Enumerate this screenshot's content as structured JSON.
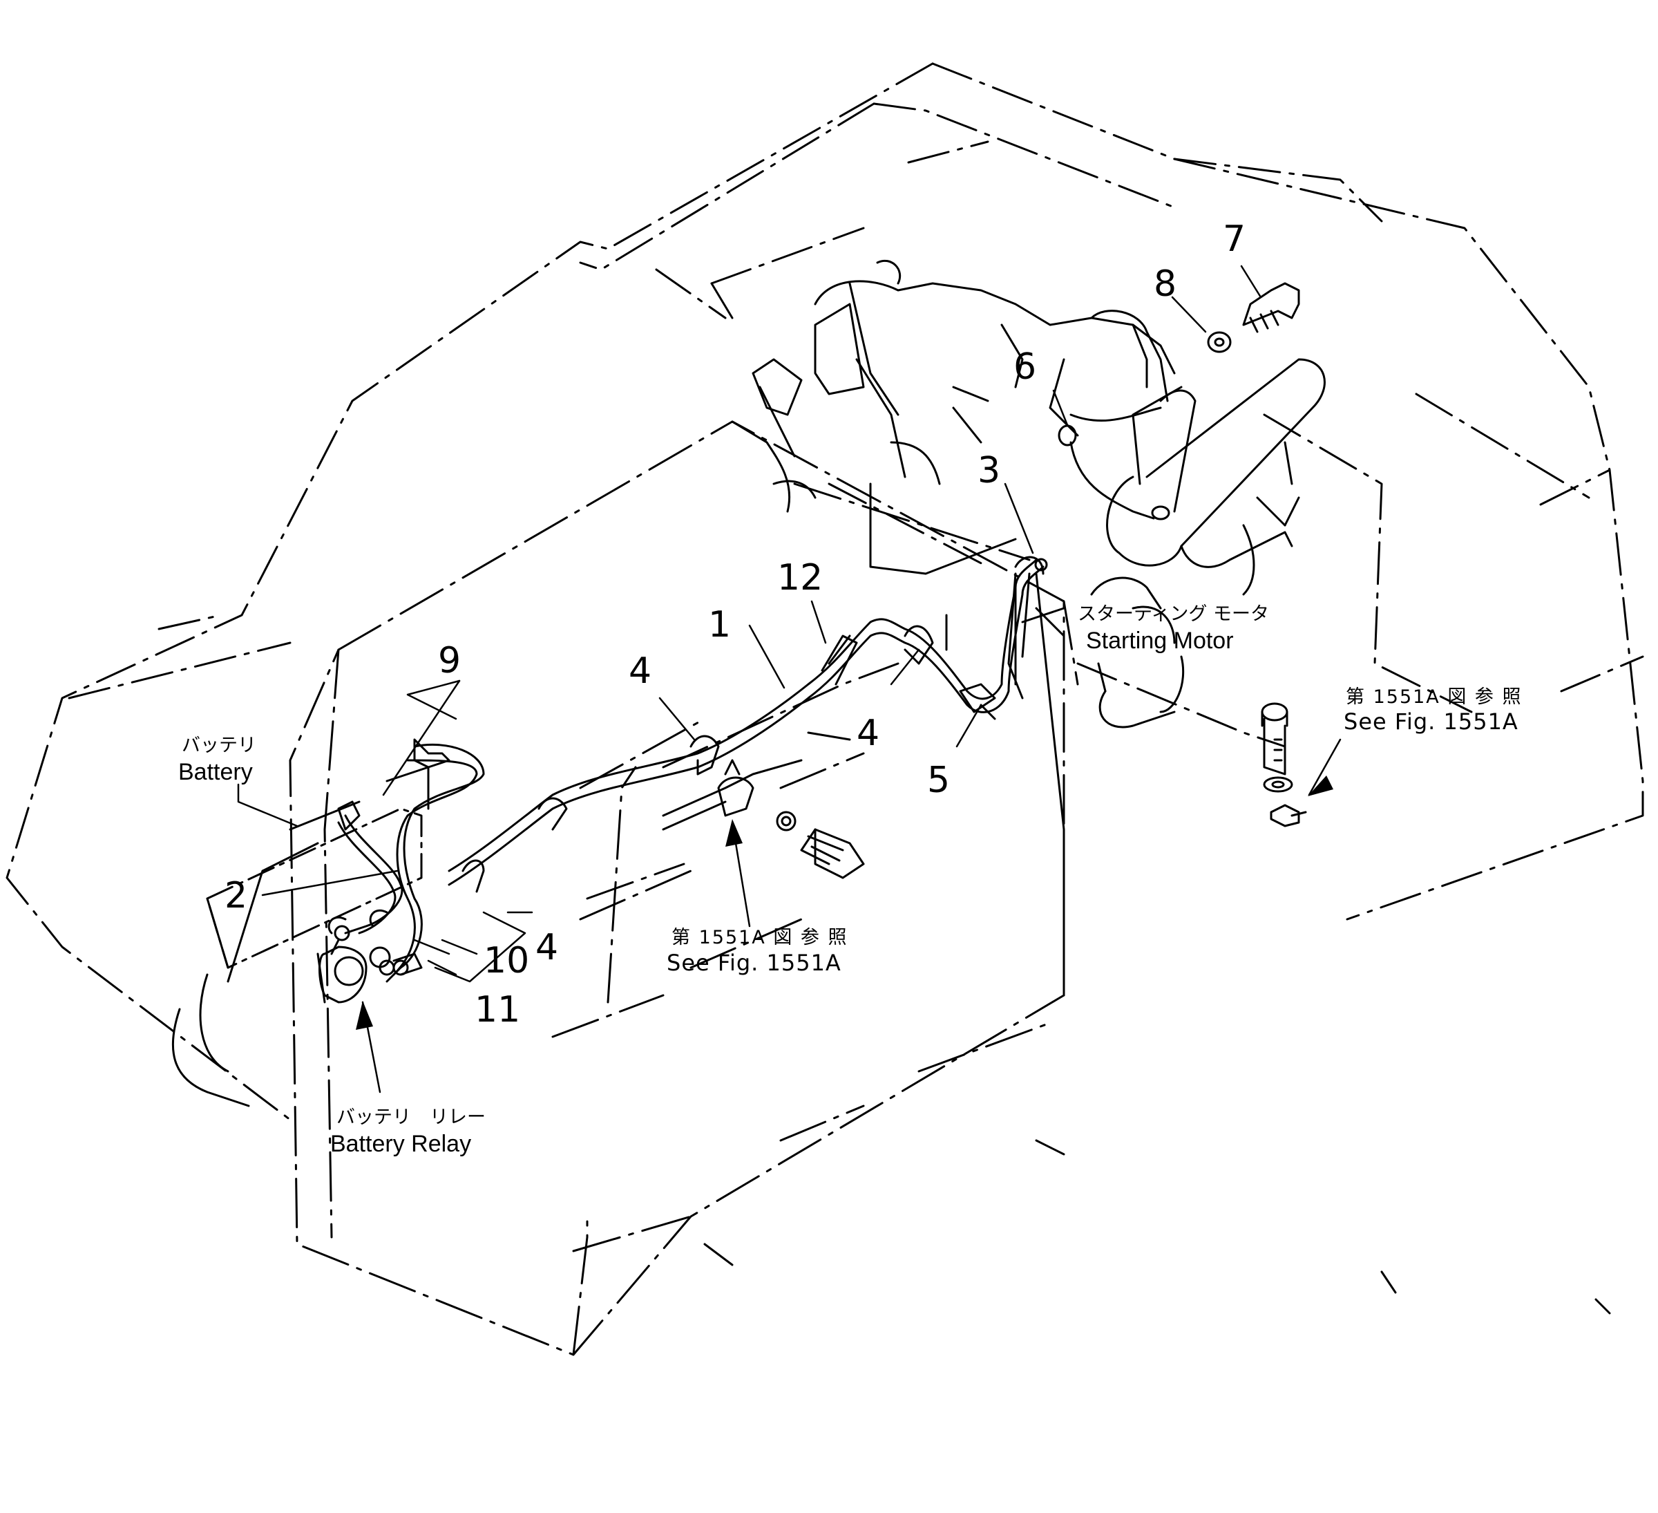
{
  "callouts": {
    "c1": "1",
    "c2": "2",
    "c3": "3",
    "c4a": "4",
    "c4b": "4",
    "c4c": "4",
    "c5": "5",
    "c6": "6",
    "c7": "7",
    "c8": "8",
    "c9": "9",
    "c10": "10",
    "c11": "11",
    "c12": "12"
  },
  "labels": {
    "battery_jp": "バッテリ",
    "battery_en": "Battery",
    "battery_relay_jp": "バッテリ　リレー",
    "battery_relay_en": "Battery Relay",
    "starting_motor_jp": "スターティング モータ",
    "starting_motor_en": "Starting Motor",
    "ref_center_jp": "第 1551A 図 参 照",
    "ref_center_en": "See Fig. 1551A",
    "ref_right_jp": "第 1551A 図 参 照",
    "ref_right_en": "See Fig. 1551A"
  },
  "colors": {
    "ink": "#000000",
    "paper": "#ffffff"
  }
}
